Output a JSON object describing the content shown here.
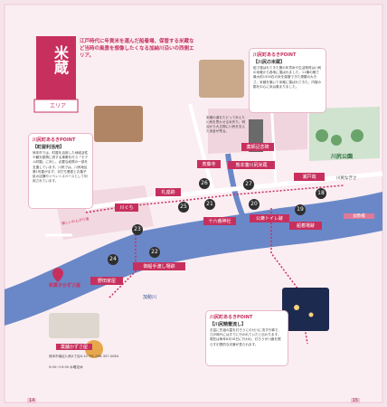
{
  "title_block": {
    "vertical_title": "米蔵",
    "area_tag": "エリア",
    "description": "江戸時代に年貢米を運んだ船着場、保管する米蔵など当時の風景を想像したくなる加納川沿いの西側エリア。"
  },
  "tips": [
    {
      "head": "川尻町あるきPOINT",
      "sub": "【川尻の米蔵】",
      "body": "船で運ばれてきた藩の年貢米や生活物資は川尻の米蔵から各地に運ばれました。11棟の蔵で最大約1500石の米を保管できた規模の大きさ。米蔵を築いて米蔵に運ばれてきた。内陸の郡を中心に米は集まりました。"
    },
    {
      "head": "川尻町あるきPOINT",
      "sub": "【町屋利活用】",
      "body": "熊本市では、町屋を活用した地域活性や観光振興に資する事業を行う「モデル町屋」に対し、必要な経費の一部を支援しています。川尻では、川尻地区第1号屋がまず、手打ち蕎麦とお菓子処の店舗やイベントスペースとして利用されています。"
    },
    {
      "head": "川尻町あるきPOINT",
      "sub": "【川尻精霊流し】",
      "body": "お盆に先祖の霊を灯ろうにのせ川に流す行事で、江戸時代にはすでに行われていたと伝わります。現在は毎年8月16日に行われ、灯ろうが川面を照らす幻想的な光景が見られます。"
    }
  ],
  "spots": [
    {
      "num": "18",
      "name": "瀬戸端"
    },
    {
      "num": "19",
      "name": "船着場跡"
    },
    {
      "num": "20",
      "name": "公衆トイレ跡"
    },
    {
      "num": "21",
      "name": "十六番神社"
    },
    {
      "num": "22",
      "name": "御船手渡し場跡"
    },
    {
      "num": "23",
      "name": "川ぐち"
    },
    {
      "num": "24",
      "name": "野田家屋"
    },
    {
      "num": "25",
      "name": "札座跡"
    },
    {
      "num": "26",
      "name": "斎藤寺"
    },
    {
      "num": "27",
      "name": "熊本藩川尻米蔵"
    }
  ],
  "extra_labels": {
    "memorial": "薬師記念碑",
    "park": "川尻公園",
    "shop_name": "和菓子かずさ屋",
    "river": "加勢川",
    "east_label": "川尻なぎさ",
    "bridge": "加勢橋",
    "bank_note": "懐しいれんがり道"
  },
  "shop": {
    "name": "菓舗かずさ屋",
    "info": "熊本市南区川尻4丁目6-10 TEL.096-357-0084",
    "hours": "9:00〜19:00 水曜定休"
  },
  "caption_park": "米蔵の道をたどって歩えた川尻を思わせる米作り。明治から大正期に川尻を支えた米倉が残る。",
  "page_numbers": {
    "left": "14",
    "right": "15"
  },
  "colors": {
    "accent": "#c7305e",
    "background": "#f7e3ea",
    "river": "#6a88c8",
    "road": "#ffffff"
  }
}
